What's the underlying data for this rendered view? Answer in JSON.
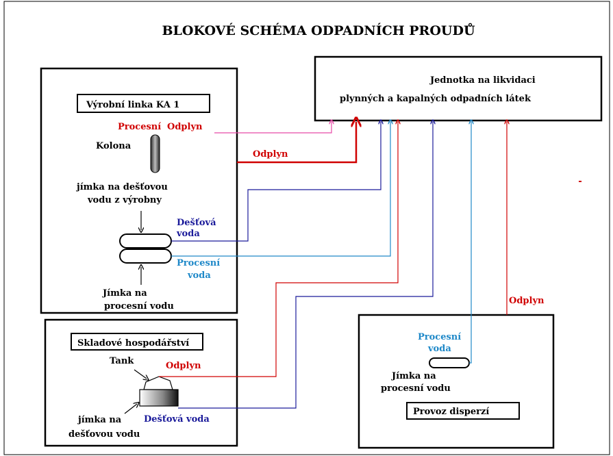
{
  "title": "BLOKOVÉ SCHÉMA ODPADNÍCH PROUDŮ",
  "colors": {
    "odplyn": "#d00000",
    "process_offgas": "#e84aa8",
    "rainwater": "#1a1a9a",
    "process_water": "#1e88c8"
  },
  "unit": {
    "line1": "Jednotka  na likvidaci",
    "line2": "plynných a kapalných odpadních látek"
  },
  "production": {
    "name": "Výrobní linka KA 1",
    "process_offgas_label_a": "Procesní",
    "process_offgas_label_b": "Odplyn",
    "column_label": "Kolona",
    "offgas_label": "Odplyn",
    "rain_sump_line1": "jímka na dešťovou",
    "rain_sump_line2": "vodu  z výrobny",
    "rain_water_line1": "Dešťová",
    "rain_water_line2": "voda",
    "process_water_line1": "Procesní",
    "process_water_line2": "voda",
    "process_sump_line1": "Jímka na",
    "process_sump_line2": "procesní vodu"
  },
  "storage": {
    "name": "Skladové hospodářství",
    "tank_label": "Tank",
    "offgas_label": "Odplyn",
    "rain_water_label": "Dešťová voda",
    "rain_sump_line1": "jímka na",
    "rain_sump_line2": "dešťovou vodu"
  },
  "dispersion": {
    "name": "Provoz disperzí",
    "process_water_line1": "Procesní",
    "process_water_line2": "voda",
    "sump_line1": "Jímka na",
    "sump_line2": "procesní vodu",
    "offgas_label": "Odplyn"
  }
}
